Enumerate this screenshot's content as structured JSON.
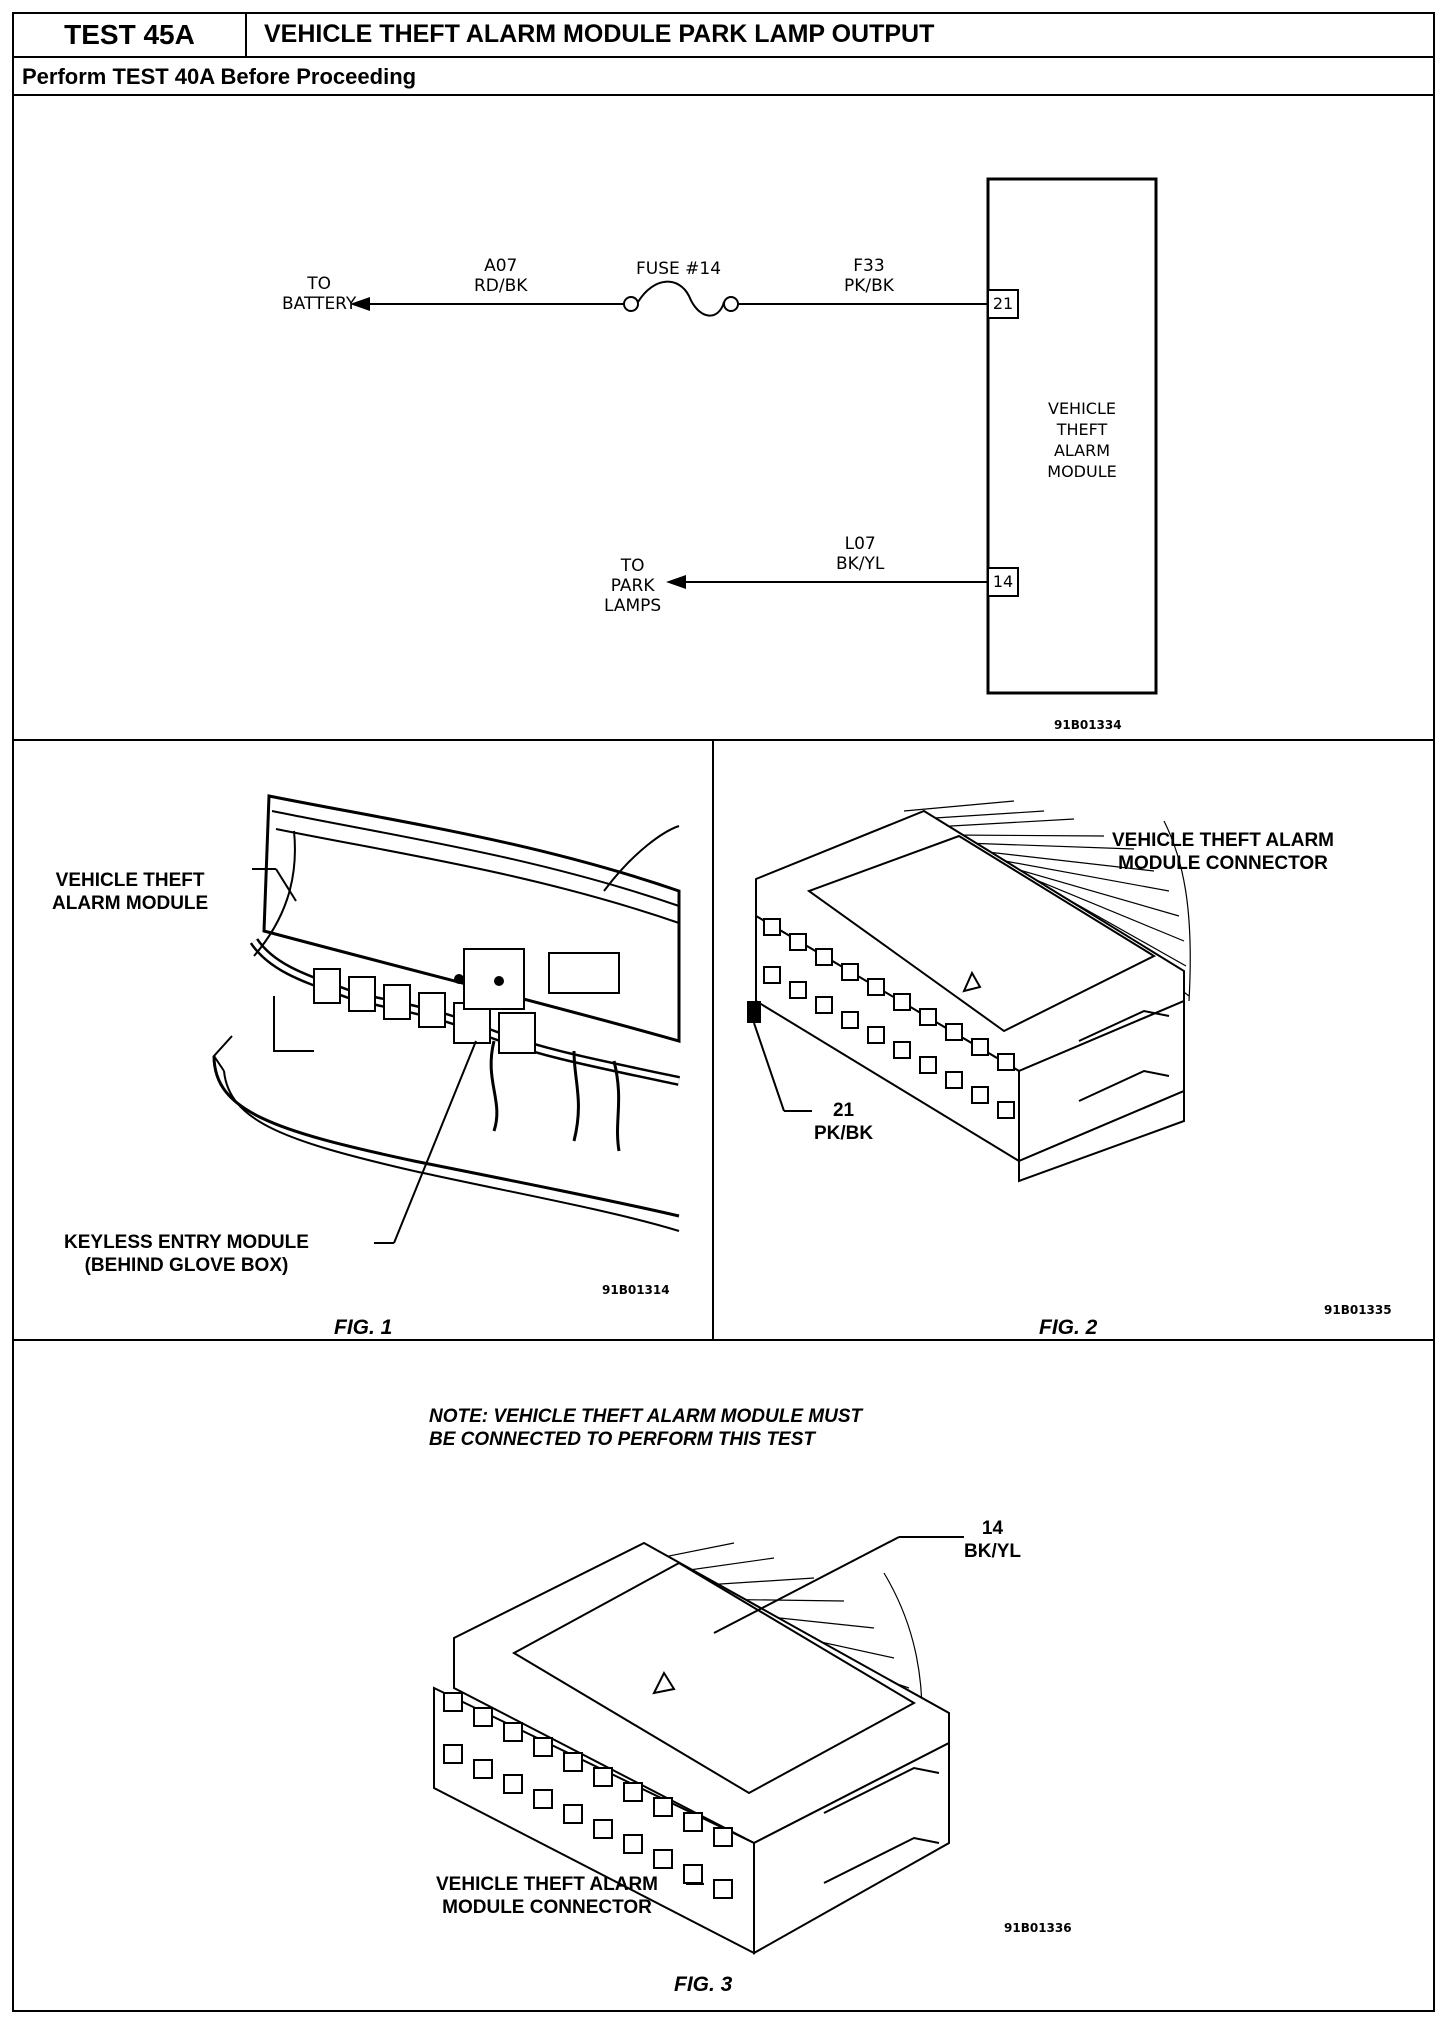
{
  "header": {
    "test_id": "TEST 45A",
    "title": "VEHICLE THEFT ALARM MODULE PARK LAMP OUTPUT",
    "subtitle": "Perform TEST 40A Before Proceeding"
  },
  "schematic": {
    "to_battery": [
      "TO",
      "BATTERY"
    ],
    "wire_a07": [
      "A07",
      "RD/BK"
    ],
    "fuse": "FUSE #14",
    "wire_f33": [
      "F33",
      "PK/BK"
    ],
    "pin_21": "21",
    "module": [
      "VEHICLE",
      "THEFT",
      "ALARM",
      "MODULE"
    ],
    "wire_l07": [
      "L07",
      "BK/YL"
    ],
    "pin_14": "14",
    "to_park_lamps": [
      "TO",
      "PARK",
      "LAMPS"
    ],
    "code": "91B01334"
  },
  "fig1": {
    "module_label": [
      "VEHICLE THEFT",
      "ALARM MODULE"
    ],
    "keyless_label": [
      "KEYLESS ENTRY MODULE",
      "(BEHIND GLOVE BOX)"
    ],
    "code": "91B01314",
    "caption": "FIG. 1"
  },
  "fig2": {
    "connector_label": [
      "VEHICLE THEFT ALARM",
      "MODULE CONNECTOR"
    ],
    "pin_label": [
      "21",
      "PK/BK"
    ],
    "code": "91B01335",
    "caption": "FIG. 2"
  },
  "fig3": {
    "note": [
      "NOTE: VEHICLE THEFT ALARM MODULE MUST",
      "BE CONNECTED TO PERFORM THIS TEST"
    ],
    "pin_label": [
      "14",
      "BK/YL"
    ],
    "connector_label": [
      "VEHICLE THEFT ALARM",
      "MODULE CONNECTOR"
    ],
    "code": "91B01336",
    "caption": "FIG. 3"
  }
}
